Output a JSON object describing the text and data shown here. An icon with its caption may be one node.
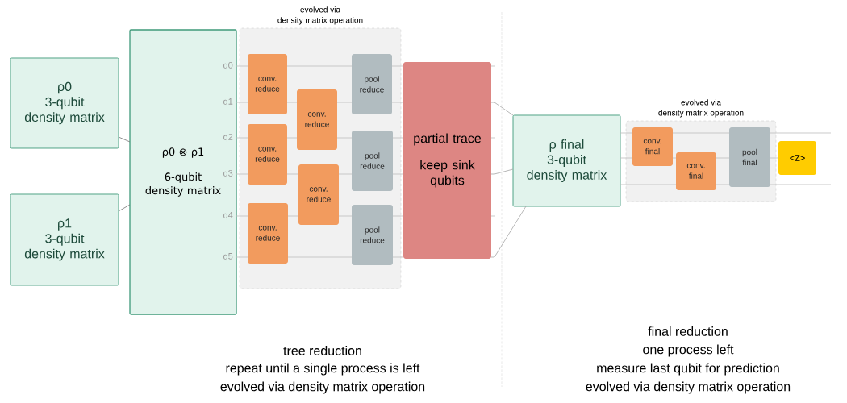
{
  "diagram": {
    "nodes": [
      {
        "text": [
          "ρ0",
          "3-qubit",
          "density matrix"
        ]
      },
      {
        "text": [
          "ρ1",
          "3-qubit",
          "density matrix"
        ]
      },
      {
        "text": [
          "ρ0 ⊗ ρ1",
          "6-qubit",
          "density matrix"
        ]
      },
      {
        "text": [
          "evolved via",
          "density matrix operation"
        ]
      },
      {
        "text": [
          "conv. reduce"
        ],
        "in": 3
      },
      {
        "text": [
          "conv. reduce"
        ],
        "in": 3
      },
      {
        "text": [
          "conv. reduce"
        ],
        "in": 3
      },
      {
        "text": [
          "conv. reduce"
        ],
        "in": 3
      },
      {
        "text": [
          "conv. reduce"
        ],
        "in": 3
      },
      {
        "text": [
          "pool reduce"
        ],
        "in": 3
      },
      {
        "text": [
          "pool reduce"
        ],
        "in": 3
      },
      {
        "text": [
          "pool reduce"
        ],
        "in": 3
      },
      {
        "text": [
          "partial trace",
          "keep sink qubits"
        ]
      },
      {
        "text": [
          "ρ final",
          "3-qubit",
          "density matrix"
        ]
      },
      {
        "text": [
          "evolved via",
          "density matrix operation"
        ]
      },
      {
        "text": [
          "conv. final"
        ],
        "in": 14
      },
      {
        "text": [
          "conv. final"
        ],
        "in": 14
      },
      {
        "text": [
          "pool final"
        ],
        "in": 14
      },
      {
        "text": [
          "<Z>"
        ]
      }
    ],
    "edges": [
      {
        "from": 0,
        "to": 2,
        "arrow": "none"
      },
      {
        "from": 1,
        "to": 2,
        "arrow": "none"
      },
      {
        "from": 12,
        "to": 13,
        "arrow": "none"
      },
      {
        "from": 12,
        "to": 13,
        "arrow": "none"
      },
      {
        "from": 12,
        "to": 13,
        "arrow": "none"
      },
      {
        "from": 2,
        "to": 4,
        "arrow": "none"
      },
      {
        "from": 4,
        "to": 9,
        "arrow": "none"
      },
      {
        "from": 9,
        "to": 12,
        "arrow": "none"
      },
      {
        "from": 2,
        "to": 4,
        "arrow": "none"
      },
      {
        "from": 4,
        "to": 7,
        "arrow": "none"
      },
      {
        "from": 7,
        "to": 9,
        "arrow": "none"
      },
      {
        "from": 9,
        "to": 12,
        "arrow": "none"
      },
      {
        "from": 2,
        "to": 5,
        "arrow": "none"
      },
      {
        "from": 5,
        "to": 7,
        "arrow": "none"
      },
      {
        "from": 7,
        "to": 10,
        "arrow": "none"
      },
      {
        "from": 10,
        "to": 12,
        "arrow": "none"
      },
      {
        "from": 2,
        "to": 5,
        "arrow": "none"
      },
      {
        "from": 5,
        "to": 8,
        "arrow": "none"
      },
      {
        "from": 8,
        "to": 10,
        "arrow": "none"
      },
      {
        "from": 10,
        "to": 12,
        "arrow": "none"
      },
      {
        "from": 2,
        "to": 6,
        "arrow": "none"
      },
      {
        "from": 6,
        "to": 8,
        "arrow": "none"
      },
      {
        "from": 8,
        "to": 11,
        "arrow": "none"
      },
      {
        "from": 11,
        "to": 12,
        "arrow": "none"
      },
      {
        "from": 2,
        "to": 6,
        "arrow": "none"
      },
      {
        "from": 6,
        "to": 11,
        "arrow": "none"
      },
      {
        "from": 11,
        "to": 12,
        "arrow": "none"
      },
      {
        "from": 13,
        "to": 15,
        "arrow": "none"
      },
      {
        "from": 15,
        "to": 17,
        "arrow": "none"
      },
      {
        "from": 17,
        "to": null,
        "arrow": "none"
      },
      {
        "from": 13,
        "to": 15,
        "arrow": "none"
      },
      {
        "from": 15,
        "to": 16,
        "arrow": "none"
      },
      {
        "from": 16,
        "to": 17,
        "arrow": "none"
      },
      {
        "from": 17,
        "to": 18,
        "arrow": "none"
      },
      {
        "from": 13,
        "to": 16,
        "arrow": "none"
      },
      {
        "from": 16,
        "to": 17,
        "arrow": "none"
      },
      {
        "from": 17,
        "to": null,
        "arrow": "none"
      }
    ],
    "labels": [
      "q0",
      "q1",
      "q2",
      "q3",
      "q4",
      "q5",
      "tree reduction",
      "repeat until a single process is left",
      "evolved via density matrix operation",
      "final reduction",
      "one process left",
      "measure last qubit for prediction",
      "evolved via density matrix operation"
    ]
  }
}
